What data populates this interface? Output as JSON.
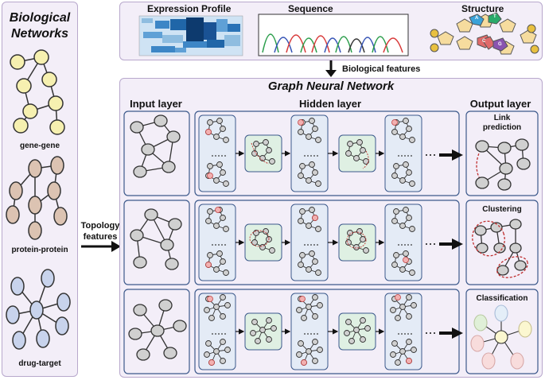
{
  "left_panel": {
    "title_line1": "Biological",
    "title_line2": "Networks",
    "network_labels": [
      "gene-gene",
      "protein-protein",
      "drug-target"
    ]
  },
  "top_panel": {
    "expression_title": "Expression Profile",
    "sequence_title": "Sequence",
    "structure_title": "Structure",
    "structure_letters": [
      "A",
      "T",
      "C",
      "G"
    ]
  },
  "arrows": {
    "biological_features": "Biological features",
    "topology_line1": "Topology",
    "topology_line2": "features"
  },
  "gnn": {
    "title": "Graph Neural Network",
    "input_layer": "Input layer",
    "hidden_layer": "Hidden layer",
    "output_layer": "Output layer",
    "dots": "......",
    "outputs": {
      "link_line1": "Link",
      "link_line2": "prediction",
      "clustering": "Clustering",
      "classification": "Classification"
    }
  },
  "colors": {
    "panel_bg": "#f3eef8",
    "panel_border": "#b8a8cc",
    "box_border": "#3d5a8c",
    "gene_node": "#f6f0b0",
    "protein_node": "#dcc3b2",
    "drug_node": "#c8d3ec",
    "grey_node": "#d0d0d0",
    "highlight_red": "#e06060",
    "hidden_green": "#dff0e3"
  }
}
